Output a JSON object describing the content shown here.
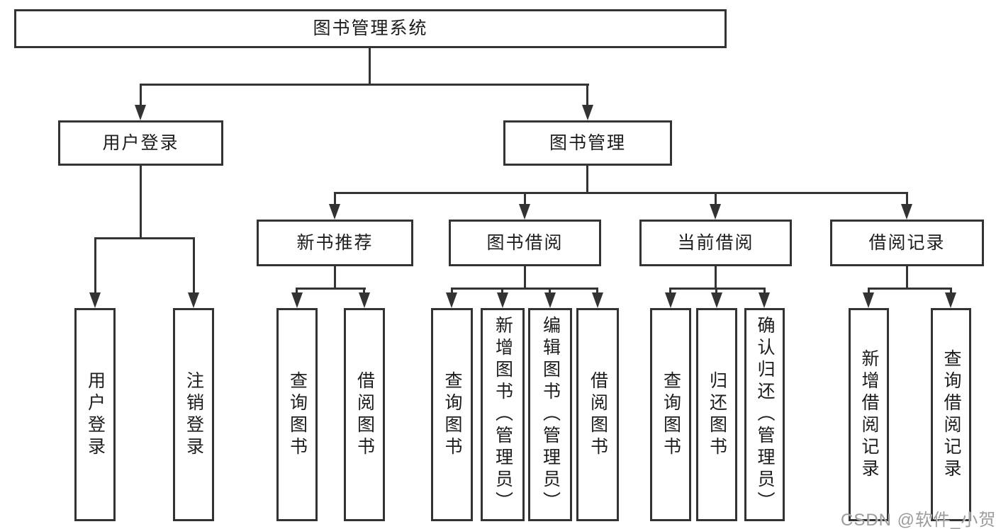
{
  "diagram": {
    "root": "图书管理系统",
    "level2": [
      "用户登录",
      "图书管理"
    ],
    "level3": [
      "新书推荐",
      "图书借阅",
      "当前借阅",
      "借阅记录"
    ],
    "leaves": {
      "login": [
        "用户登录",
        "注销登录"
      ],
      "recommend": [
        "查询图书",
        "借阅图书"
      ],
      "borrow": [
        "查询图书",
        "新增图书（管理员）",
        "编辑图书（管理员）",
        "借阅图书"
      ],
      "current": [
        "查询图书",
        "归还图书",
        "确认归还（管理员）"
      ],
      "records": [
        "新增借阅记录",
        "查询借阅记录"
      ]
    }
  },
  "watermark": "CSDN @软件_小贺同学",
  "colors": {
    "line": "#333333",
    "text": "#1c1c1c",
    "background": "#ffffff",
    "watermark": "#9c9c9c"
  }
}
